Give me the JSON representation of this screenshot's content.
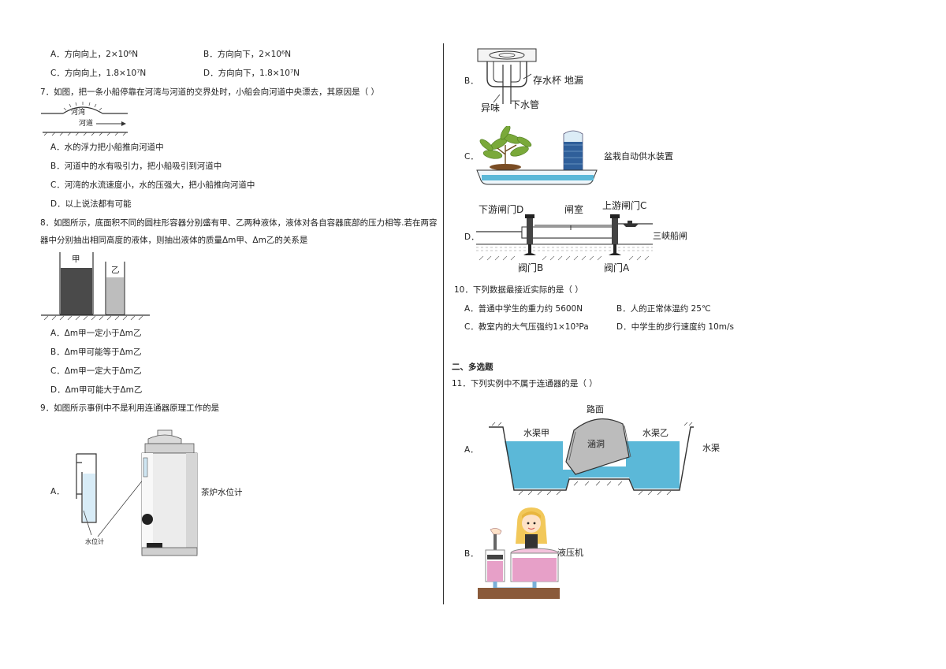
{
  "left": {
    "q6_options": {
      "a": "A．方向向上，2×10⁶N",
      "b": "B．方向向下，2×10⁶N",
      "c": "C．方向向上，1.8×10⁷N",
      "d": "D．方向向下，1.8×10⁷N"
    },
    "q7": {
      "stem": "7．如图，把一条小船停靠在河湾与河道的交界处时，小船会向河道中央漂去，其原因是（    ）",
      "fig_label_bay": "河湾",
      "fig_label_channel": "河道",
      "a": "A．水的浮力把小船推向河道中",
      "b": "B．河道中的水有吸引力，把小船吸引到河道中",
      "c": "C．河湾的水流速度小，水的压强大，把小船推向河道中",
      "d": "D．以上说法都有可能"
    },
    "q8": {
      "stem1": "8．如图所示，底面积不同的圆柱形容器分别盛有甲、乙两种液体，液体对各自容器底部的压力相等.若在两容",
      "stem2": "器中分别抽出相同高度的液体，则抽出液体的质量Δm甲、Δm乙的关系是",
      "fig_label_jia": "甲",
      "fig_label_yi": "乙",
      "a": "A．Δm甲一定小于Δm乙",
      "b": "B．Δm甲可能等于Δm乙",
      "c": "C．Δm甲一定大于Δm乙",
      "d": "D．Δm甲可能大于Δm乙"
    },
    "q9": {
      "stem": "9．如图所示事例中不是利用连通器原理工作的是",
      "a_letter": "A．",
      "a_fig_label_gauge": "水位计",
      "a_caption": "茶炉水位计"
    }
  },
  "right": {
    "q9_continued": {
      "b_letter": "B．",
      "b_label_cup": "存水杯 地漏",
      "b_label_odor": "异味",
      "b_label_pipe": "下水管",
      "c_letter": "C．",
      "c_caption": "盆栽自动供水装置",
      "d_letter": "D．",
      "d_label_gate_d": "下游闸门D",
      "d_label_chamber": "闸室",
      "d_label_gate_c": "上游闸门C",
      "d_label_lock": "三峡船闸",
      "d_label_valve_b": "阀门B",
      "d_label_valve_a": "阀门A"
    },
    "q10": {
      "stem": "10．下列数据最接近实际的是（      ）",
      "a": "A．普通中学生的重力约 5600N",
      "b": "B．人的正常体温约 25℃",
      "c": "C．教室内的大气压强约1×10³Pa",
      "d": "D．中学生的步行速度约 10m/s"
    },
    "section2": "二、多选题",
    "q11": {
      "stem": "11．下列实例中不属于连通器的是（      ）",
      "a_letter": "A．",
      "a_label_road": "路面",
      "a_label_canal_jia": "水渠甲",
      "a_label_canal_yi": "水渠乙",
      "a_label_culvert": "涵洞",
      "a_label_canal": "水渠",
      "b_letter": "B．",
      "b_caption": "液压机"
    }
  },
  "colors": {
    "water": "#5bb8d8",
    "dark_liquid": "#4a4a4a",
    "light_liquid": "#bdbdbd",
    "culvert": "#bcbcbc"
  }
}
